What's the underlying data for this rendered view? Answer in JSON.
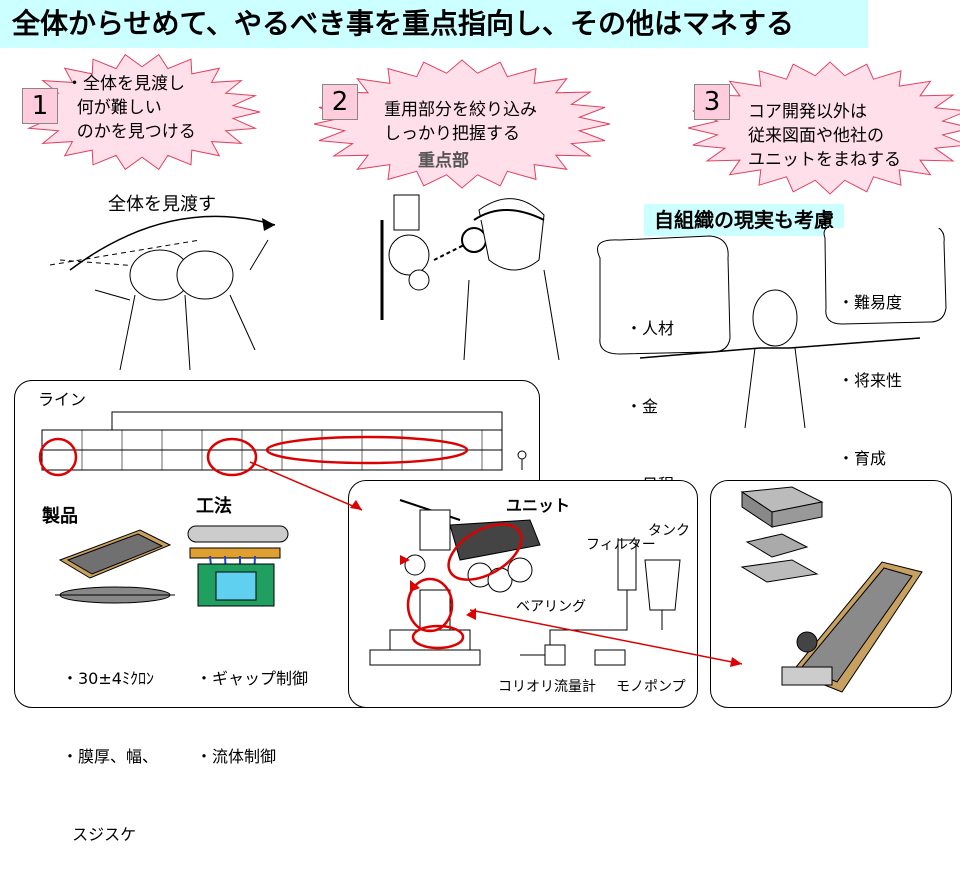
{
  "title": "全体からせめて、やるべき事を重点指向し、その他はマネする",
  "steps": [
    {
      "number": "1",
      "text": "・全体を見渡し\n  何が難しい\n  のかを見つける"
    },
    {
      "number": "2",
      "text": "重用部分を絞り込み\nしっかり把握する"
    },
    {
      "number": "3",
      "text": "コア開発以外は\n従来図面や他社の\nユニットをまねする"
    }
  ],
  "overview_label": "全体を見渡す",
  "focus_label": "重点部",
  "org_title": "自組織の現実も考慮",
  "org_left": [
    "・人材",
    "・金",
    "・日程"
  ],
  "org_right": [
    "・難易度",
    "・将来性",
    "・育成"
  ],
  "line_label": "ライン",
  "product_label": "製品",
  "process_label": "工法",
  "product_specs": [
    "・30±4ﾐｸﾛﾝ",
    "・膜厚、幅、",
    "  スジスケ"
  ],
  "process_specs": [
    "・ギャップ制御",
    "・流体制御"
  ],
  "unit_label": "ユニット",
  "unit_parts": {
    "filter": "フィルター",
    "tank": "タンク",
    "bearing": "ベアリング",
    "flowmeter": "コリオリ流量計",
    "pump": "モノポンプ"
  },
  "colors": {
    "accent_red": "#dd0000",
    "title_bg": "#ccffff",
    "number_bg": "#ffccdd"
  }
}
